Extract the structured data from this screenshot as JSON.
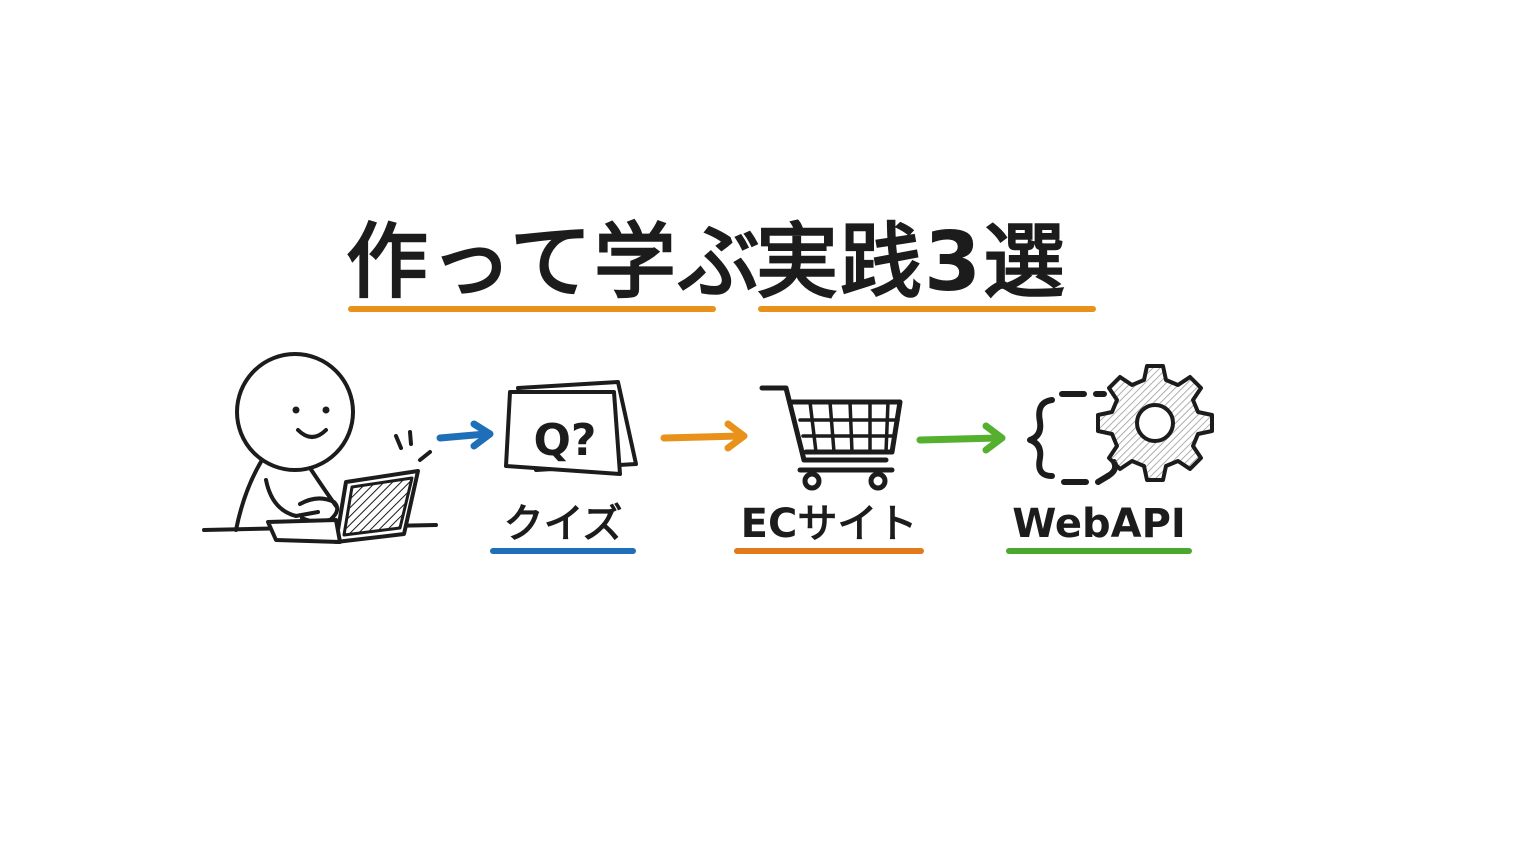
{
  "title": {
    "part1": "作って学ぶ",
    "part2": "実践3選",
    "underline_color": "#e8921c"
  },
  "steps": [
    {
      "label": "クイズ",
      "icon": "quiz-card-icon",
      "color": "#1f6fb8"
    },
    {
      "label": "ECサイト",
      "icon": "shopping-cart-icon",
      "color": "#e07a1a"
    },
    {
      "label": "WebAPI",
      "icon": "api-braces-gear-icon",
      "color": "#4aa82e"
    }
  ],
  "quiz_card_text": "Q?",
  "colors": {
    "ink": "#1c1c1c",
    "arrow_1": "#1f6fb8",
    "arrow_2": "#e8921c",
    "arrow_3": "#55b030"
  }
}
